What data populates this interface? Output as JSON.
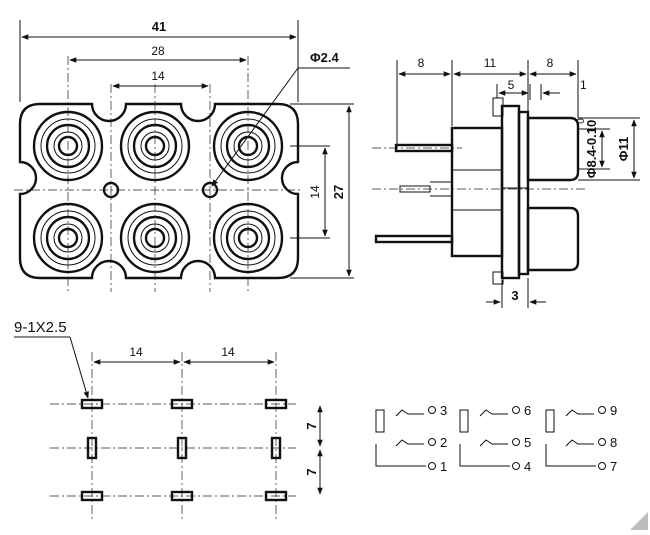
{
  "front_view": {
    "dim_overall_width": "41",
    "dim_outer_pitch": "28",
    "dim_inner_pitch": "14",
    "dim_hole_dia": "Φ2.4",
    "dim_row_pitch": "14",
    "dim_overall_height": "27"
  },
  "side_view": {
    "dim_8_left": "8",
    "dim_11": "11",
    "dim_8_right": "8",
    "dim_5": "5",
    "dim_1": "1",
    "dim_tolerance_upper": "0",
    "dim_plug_dia": "Φ8.4-0.10",
    "dim_outer_dia": "Φ11",
    "dim_3": "3"
  },
  "pcb_layout": {
    "pin_label": "9-1X2.5",
    "dim_col_pitch_1": "14",
    "dim_col_pitch_2": "14",
    "dim_row_pitch_1": "7",
    "dim_row_pitch_2": "7"
  },
  "schematic": {
    "pins": [
      "3",
      "2",
      "1",
      "6",
      "5",
      "4",
      "9",
      "8",
      "7"
    ]
  }
}
